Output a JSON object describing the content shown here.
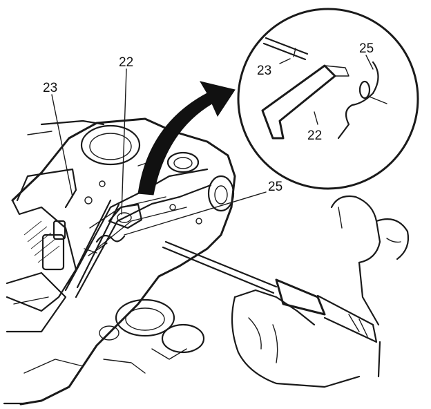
{
  "diagram": {
    "callouts": {
      "main_23": "23",
      "main_22": "22",
      "main_25": "25",
      "inset_23": "23",
      "inset_22": "22",
      "inset_25": "25"
    }
  },
  "colors": {
    "ink": "#1a1a1a",
    "paper": "#ffffff"
  }
}
